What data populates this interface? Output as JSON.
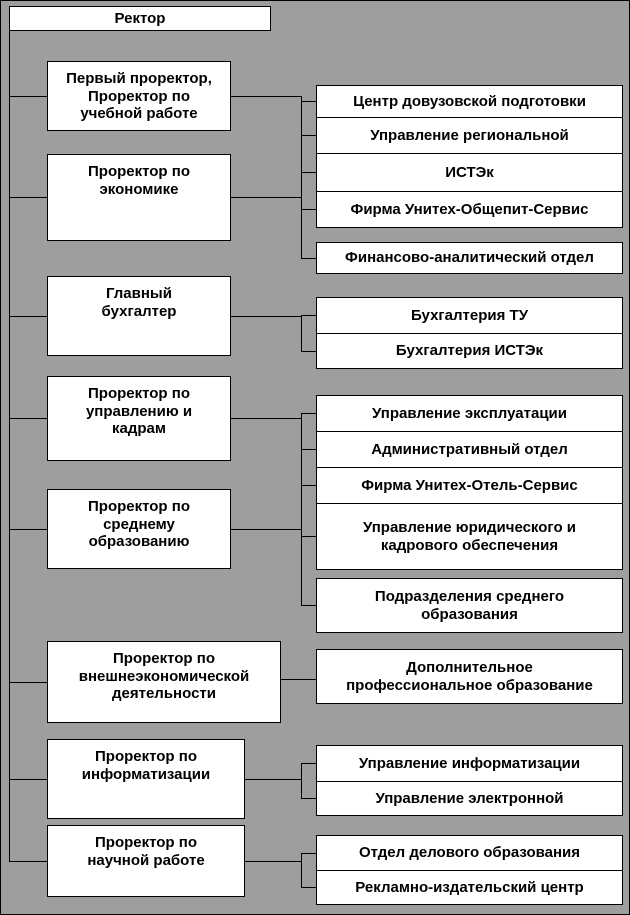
{
  "colors": {
    "canvas-bg": "#9e9e9e",
    "node-bg": "#ffffff",
    "node-border": "#000000",
    "line": "#000000",
    "text": "#000000"
  },
  "diagram": {
    "root": "Ректор",
    "executives": [
      {
        "label": "Первый проректор,\nПроректор по\nучебной работе",
        "units": [
          "Центр довузовской подготовки",
          "Управление региональной",
          "ИСТЭк",
          "Фирма Унитех-Общепит-Сервис"
        ]
      },
      {
        "label": "Проректор по\nэкономике",
        "units": [
          "Финансово-аналитический отдел"
        ]
      },
      {
        "label": "Главный\nбухгалтер",
        "units": [
          "Бухгалтерия ТУ",
          "Бухгалтерия ИСТЭк"
        ]
      },
      {
        "label": "Проректор по\nуправлению и\nкадрам",
        "units": [
          "Управление эксплуатации",
          "Административный отдел",
          "Фирма Унитех-Отель-Сервис",
          "Управление юридического и\nкадрового обеспечения"
        ]
      },
      {
        "label": "Проректор по\nсреднему\nобразованию",
        "units": [
          "Подразделения среднего\nобразования"
        ]
      },
      {
        "label": "Проректор по\nвнешнеэкономической\nдеятельности",
        "units": [
          "Дополнительное\nпрофессиональное образование"
        ]
      },
      {
        "label": "Проректор по\nинформатизации",
        "units": [
          "Управление информатизации",
          "Управление электронной"
        ]
      },
      {
        "label": "Проректор по\nнаучной работе",
        "units": [
          "Отдел делового образования",
          "Рекламно-издательский центр"
        ]
      }
    ]
  }
}
